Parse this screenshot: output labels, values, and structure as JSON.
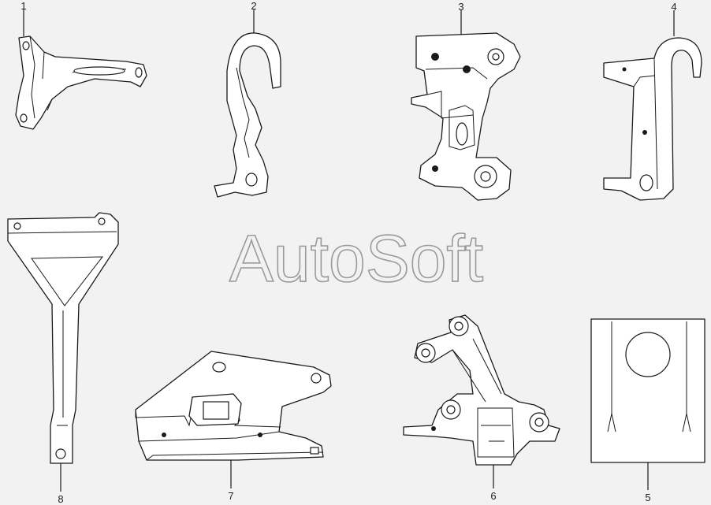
{
  "watermark": "AutoSoft",
  "callouts": [
    {
      "number": "1"
    },
    {
      "number": "2"
    },
    {
      "number": "3"
    },
    {
      "number": "4"
    },
    {
      "number": "5"
    },
    {
      "number": "6"
    },
    {
      "number": "7"
    },
    {
      "number": "8"
    }
  ]
}
